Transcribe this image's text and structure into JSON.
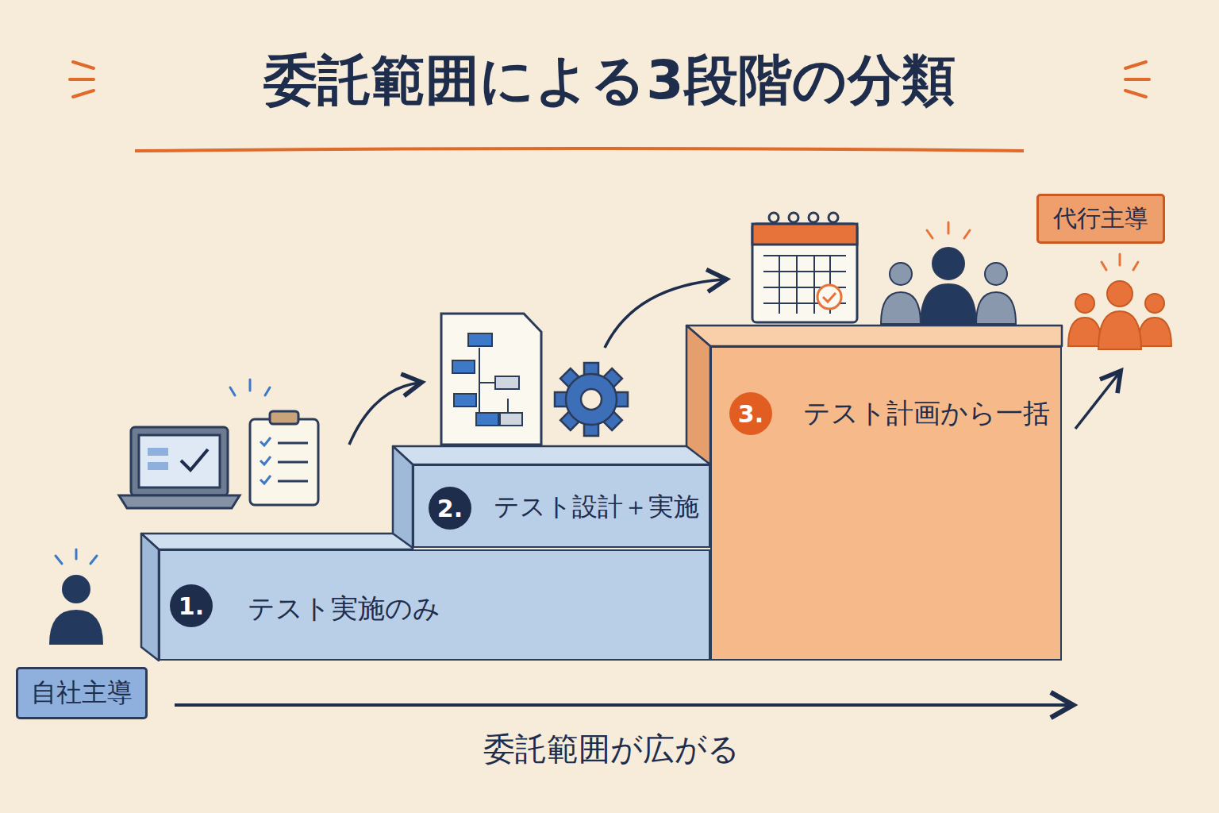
{
  "diagram": {
    "title": "委託範囲による3段階の分類",
    "nodes": [
      {
        "text": [
          "自社主導"
        ]
      },
      {
        "text": [
          "テスト実施のみ"
        ]
      },
      {
        "text": [
          "1."
        ],
        "in": 1
      },
      {
        "text": [
          "テスト設計＋実施"
        ]
      },
      {
        "text": [
          "2."
        ],
        "in": 3
      },
      {
        "text": [
          "テスト計画から一括"
        ]
      },
      {
        "text": [
          "3."
        ],
        "in": 5
      },
      {
        "text": [
          "代行主導"
        ]
      }
    ],
    "labels": [
      "委託範囲が広がる"
    ]
  }
}
